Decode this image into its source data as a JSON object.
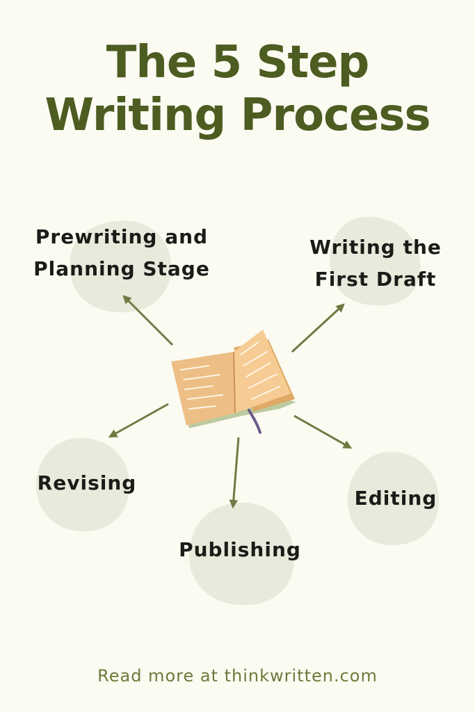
{
  "title": {
    "line1": "The 5 Step",
    "line2": "Writing Process"
  },
  "steps": [
    {
      "line1": "Prewriting and",
      "line2": "Planning Stage"
    },
    {
      "line1": "Writing the",
      "line2": "First Draft"
    },
    {
      "line1": "Revising"
    },
    {
      "line1": "Publishing"
    },
    {
      "line1": "Editing"
    }
  ],
  "footer": "Read more at thinkwritten.com",
  "colors": {
    "background": "#fbfbf2",
    "title": "#4d5c20",
    "blob": "#e8eadb",
    "arrow": "#6f7a42",
    "label": "#1b1b18",
    "footer": "#6d7a3b"
  },
  "icons": [
    "open-book-icon"
  ]
}
